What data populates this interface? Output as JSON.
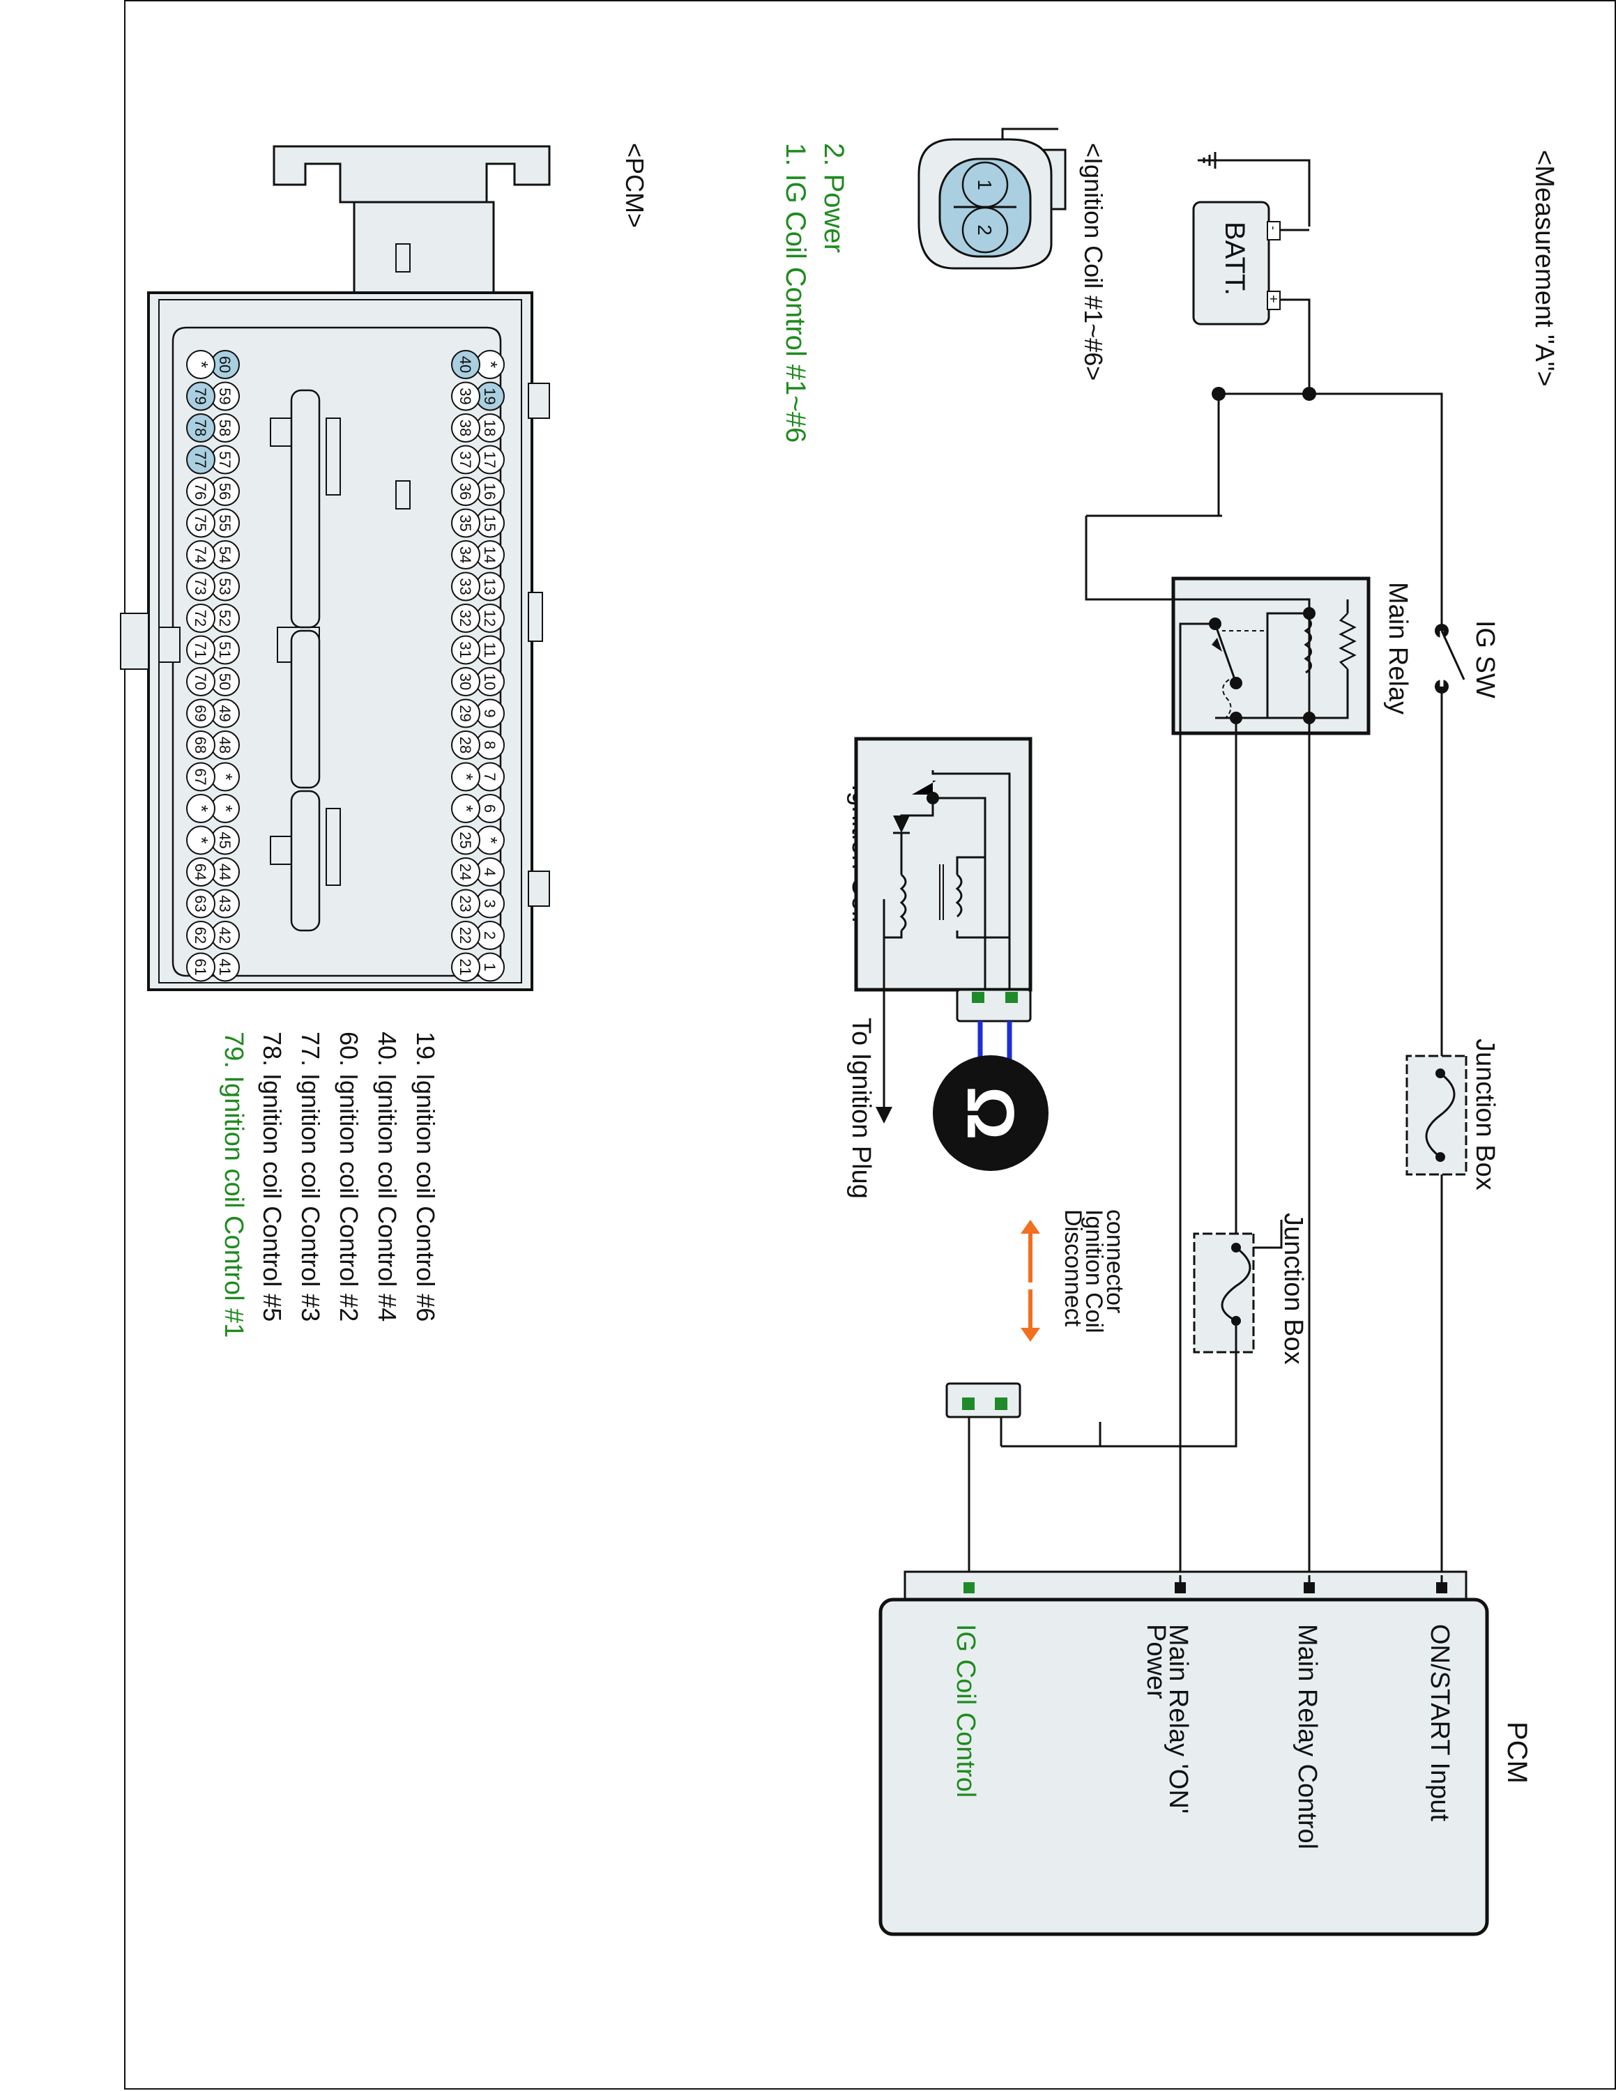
{
  "colors": {
    "panel_fill": "#e8eef0",
    "pin_highlight": "#a9cfe0",
    "green_text": "#1f8a1f",
    "orange_arrow": "#f07020",
    "wire_blue": "#1c2fd8",
    "terminal_green": "#1e8a2a"
  },
  "measurement": {
    "title": "<Measurement \"A\">",
    "battery_label": "BATT.",
    "batt_plus": "+",
    "batt_minus": "-",
    "ig_sw": "IG SW",
    "main_relay": "Main Relay",
    "junction_box_1": "Junction Box",
    "junction_box_2": "Junction Box",
    "ignition_coil": "Ignition Coil",
    "to_plug": "To Ignition Plug",
    "disconnect": [
      "Disconnect",
      "Ignition Coil",
      "connector"
    ],
    "plug_icon": "ohm-plug-icon"
  },
  "pcm_box": {
    "title": "PCM",
    "pins": [
      {
        "label": "ON/START Input"
      },
      {
        "label": "Main Relay Control"
      },
      {
        "label": "Main Relay 'ON'",
        "label2": "Power"
      },
      {
        "label": "IG Coil  Control"
      }
    ]
  },
  "ignition_coil_connector": {
    "title": "<Ignition Coil #1~#6>",
    "pin_numbers": [
      "1",
      "2"
    ],
    "legend": [
      "1. IG Coil  Control #1~#6",
      "2. Power"
    ]
  },
  "pcm_connector": {
    "title": "<PCM>",
    "row1": [
      "*",
      "19",
      "18",
      "17",
      "16",
      "15",
      "14",
      "13",
      "12",
      "11",
      "10",
      "9",
      "8",
      "7",
      "6",
      "*",
      "4",
      "3",
      "2",
      "1"
    ],
    "row2": [
      "40",
      "39",
      "38",
      "37",
      "36",
      "35",
      "34",
      "33",
      "32",
      "31",
      "30",
      "29",
      "28",
      "*",
      "*",
      "25",
      "24",
      "23",
      "22",
      "21"
    ],
    "row3": [
      "60",
      "59",
      "58",
      "57",
      "56",
      "55",
      "54",
      "53",
      "52",
      "51",
      "50",
      "49",
      "48",
      "*",
      "*",
      "45",
      "44",
      "43",
      "42",
      "41"
    ],
    "row4": [
      "*",
      "79",
      "78",
      "77",
      "76",
      "75",
      "74",
      "73",
      "72",
      "71",
      "70",
      "69",
      "68",
      "67",
      "*",
      "*",
      "64",
      "63",
      "62",
      "61"
    ],
    "highlighted": [
      "19",
      "40",
      "60",
      "79",
      "78",
      "77"
    ],
    "legend": [
      "19. Ignition coil Control #6",
      "40. Ignition coil Control #4",
      "60. Ignition coil Control #2",
      "77. Ignition coil Control #3",
      "78. Ignition coil Control #5",
      "79. Ignition coil Control #1"
    ]
  }
}
